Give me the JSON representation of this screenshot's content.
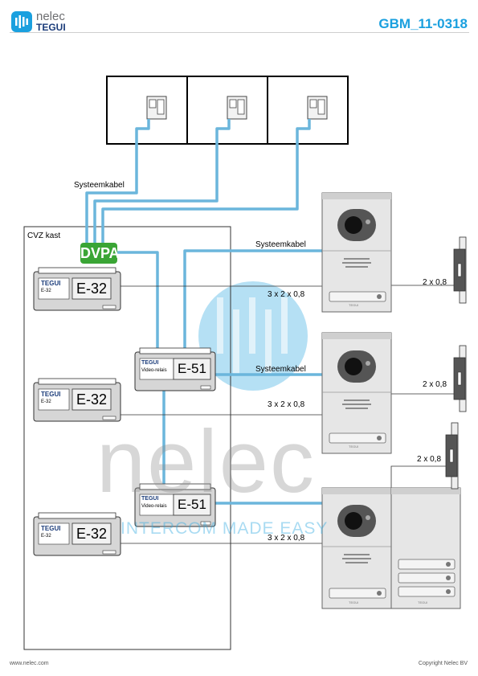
{
  "header": {
    "logo_top": "nelec",
    "logo_bottom": "TEGUI",
    "doc_code": "GBM_11-0318"
  },
  "labels": {
    "cable_top": "Systeemkabel",
    "cabinet": "CVZ kast",
    "dvpa": "DVPA",
    "cable_panel1": "Systeemkabel",
    "cable_panel2": "Systeemkabel",
    "wires_1": "3 x 2 x 0,8",
    "wires_2": "3 x 2 x 0,8",
    "wires_3": "3 x 2 x 0,8",
    "lock_1": "2 x 0,8",
    "lock_2": "2 x 0,8",
    "lock_3": "2 x 0,8"
  },
  "modules": {
    "e32_brand": "TEGUI",
    "e32_sub": "E-32",
    "e32_name": "E-32",
    "e51_brand": "TEGUI",
    "e51_sub": "Video-relais",
    "e51_name": "E-51"
  },
  "panels": {
    "panel_brand": "TEGUI"
  },
  "watermark": {
    "word": "nelec",
    "tagline": "INTERCOM MADE EASY"
  },
  "footer": {
    "left": "www.nelec.com",
    "right": "Copyright Nelec BV"
  },
  "colors": {
    "accent": "#1aa0df",
    "cable": "#6bb6dc",
    "dvpa": "#3aa535",
    "module": "#d6d6d6"
  }
}
